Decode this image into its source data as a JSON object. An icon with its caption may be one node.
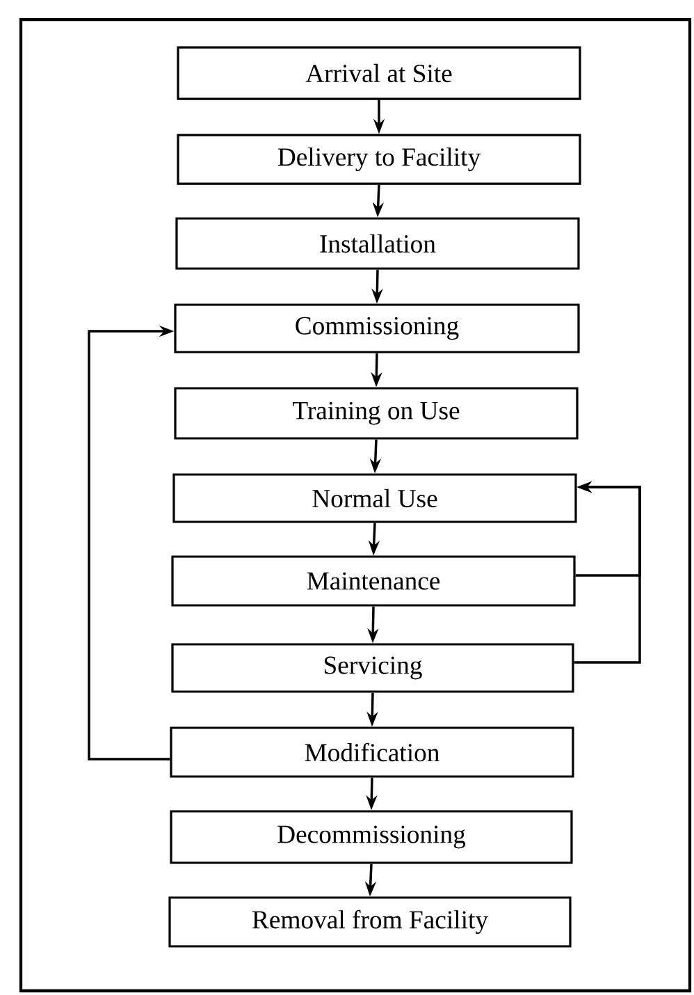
{
  "diagram": {
    "nodes": [
      {
        "text": [
          "Arrival at Site"
        ]
      },
      {
        "text": [
          "Delivery to Facility"
        ]
      },
      {
        "text": [
          "Installation"
        ]
      },
      {
        "text": [
          "Commissioning"
        ]
      },
      {
        "text": [
          "Training on Use"
        ]
      },
      {
        "text": [
          "Normal Use"
        ]
      },
      {
        "text": [
          "Maintenance"
        ]
      },
      {
        "text": [
          "Servicing"
        ]
      },
      {
        "text": [
          "Modification"
        ]
      },
      {
        "text": [
          "Decommissioning"
        ]
      },
      {
        "text": [
          "Removal from Facility"
        ]
      }
    ],
    "edges": [
      {
        "from": 0,
        "to": 1,
        "arrow": "to"
      },
      {
        "from": 1,
        "to": 2,
        "arrow": "to"
      },
      {
        "from": 2,
        "to": 3,
        "arrow": "to"
      },
      {
        "from": 3,
        "to": 4,
        "arrow": "to"
      },
      {
        "from": 4,
        "to": 5,
        "arrow": "to"
      },
      {
        "from": 5,
        "to": 6,
        "arrow": "to"
      },
      {
        "from": 6,
        "to": 7,
        "arrow": "to"
      },
      {
        "from": 7,
        "to": 8,
        "arrow": "to"
      },
      {
        "from": 8,
        "to": 9,
        "arrow": "to"
      },
      {
        "from": 9,
        "to": 10,
        "arrow": "to"
      },
      {
        "from": 6,
        "to": 5,
        "arrow": "to"
      },
      {
        "from": 7,
        "to": 5,
        "arrow": "to"
      },
      {
        "from": 8,
        "to": 3,
        "arrow": "to"
      }
    ]
  }
}
